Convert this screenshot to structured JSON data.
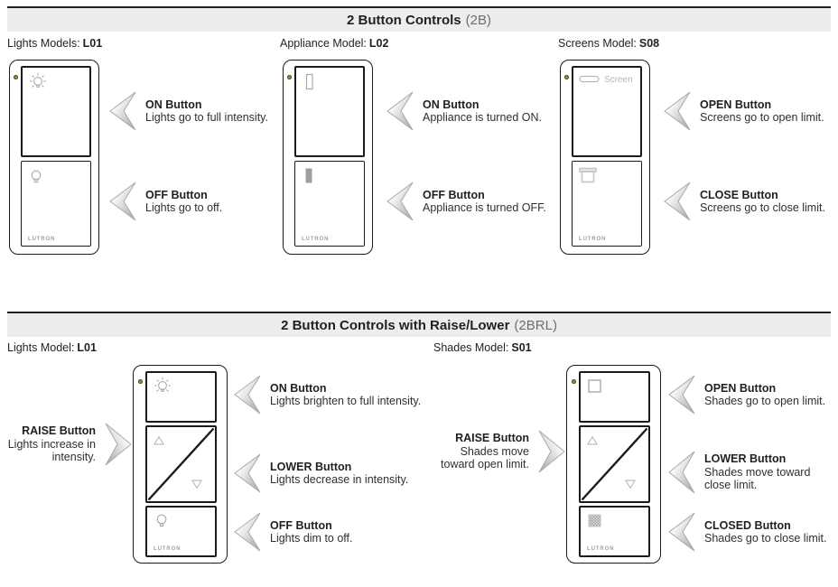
{
  "brand": "LUTRON",
  "section1": {
    "title": "2 Button Controls",
    "code": "(2B)",
    "models": [
      {
        "label": "Lights Models:",
        "value": "L01"
      },
      {
        "label": "Appliance Model:",
        "value": "L02"
      },
      {
        "label": "Screens Model:",
        "value": "S08"
      }
    ],
    "devices": [
      {
        "callouts": [
          {
            "title": "ON Button",
            "desc": "Lights go to full intensity."
          },
          {
            "title": "OFF Button",
            "desc": "Lights go to off."
          }
        ]
      },
      {
        "callouts": [
          {
            "title": "ON Button",
            "desc": "Appliance is turned ON."
          },
          {
            "title": "OFF Button",
            "desc": "Appliance is turned OFF."
          }
        ]
      },
      {
        "screen_label": "Screen",
        "callouts": [
          {
            "title": "OPEN Button",
            "desc": "Screens go to open limit."
          },
          {
            "title": "CLOSE Button",
            "desc": "Screens go to close limit."
          }
        ]
      }
    ]
  },
  "section2": {
    "title": "2 Button Controls with Raise/Lower",
    "code": "(2BRL)",
    "models": [
      {
        "label": "Lights Model:",
        "value": "L01"
      },
      {
        "label": "Shades Model:",
        "value": "S01"
      }
    ],
    "devices": [
      {
        "raise": {
          "title": "RAISE Button",
          "desc1": "Lights increase in",
          "desc2": "intensity."
        },
        "callouts": [
          {
            "title": "ON Button",
            "desc": "Lights brighten to full intensity."
          },
          {
            "title": "LOWER Button",
            "desc": "Lights decrease in intensity."
          },
          {
            "title": "OFF Button",
            "desc": "Lights dim to off."
          }
        ]
      },
      {
        "raise": {
          "title": "RAISE Button",
          "desc1": "Shades move",
          "desc2": "toward open limit."
        },
        "callouts": [
          {
            "title": "OPEN Button",
            "desc": "Shades go to open limit."
          },
          {
            "title": "LOWER Button",
            "desc1": "Shades move toward",
            "desc2": "close limit."
          },
          {
            "title": "CLOSED Button",
            "desc": "Shades go to close limit."
          }
        ]
      }
    ]
  }
}
